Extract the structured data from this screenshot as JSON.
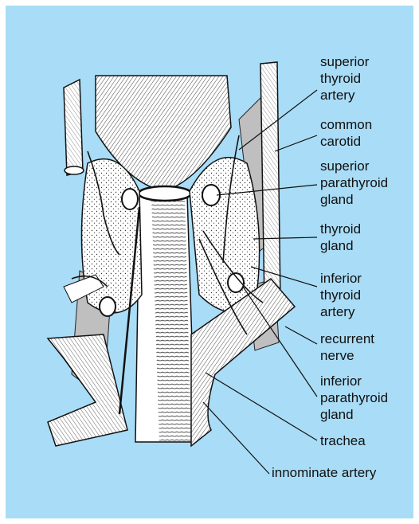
{
  "figure": {
    "background_color": "#a9dcf6",
    "labels": [
      {
        "id": "superior-thyroid-artery",
        "text": "superior\nthyroid\nartery"
      },
      {
        "id": "common-carotid",
        "text": "common\ncarotid"
      },
      {
        "id": "superior-parathyroid-gland",
        "text": "superior\nparathyroid\ngland"
      },
      {
        "id": "thyroid-gland",
        "text": "thyroid\ngland"
      },
      {
        "id": "inferior-thyroid-artery",
        "text": "inferior\nthyroid\nartery"
      },
      {
        "id": "recurrent-nerve",
        "text": "recurrent\nnerve"
      },
      {
        "id": "inferior-parathyroid-gland",
        "text": "inferior\nparathyroid\ngland"
      },
      {
        "id": "trachea",
        "text": "trachea"
      },
      {
        "id": "innominate-artery",
        "text": "innominate artery"
      }
    ]
  }
}
